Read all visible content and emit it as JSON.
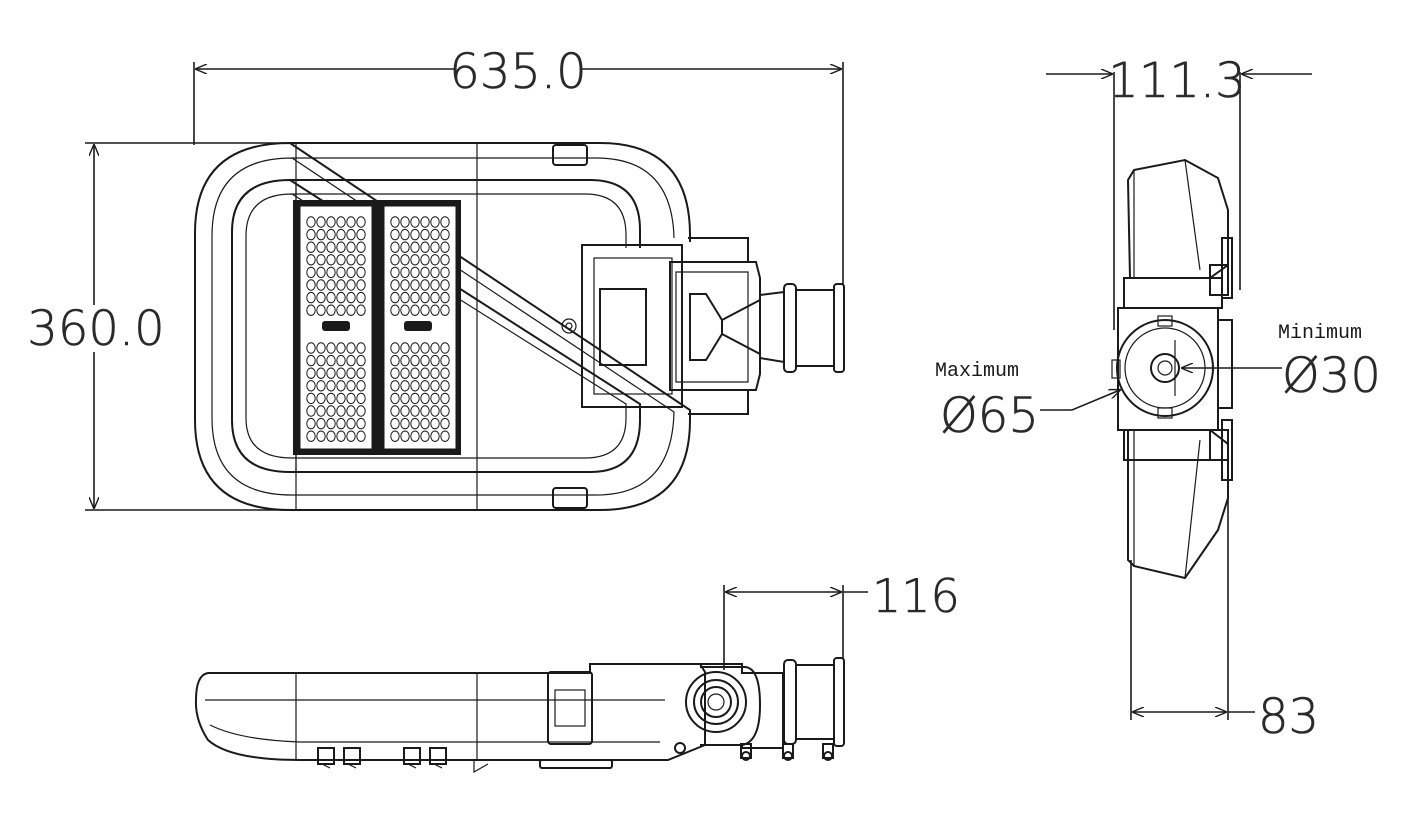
{
  "dimensions": {
    "overall_length": "635.0",
    "overall_width": "360.0",
    "side_depth": "111.3",
    "profile_height": "116",
    "side_body_depth": "83"
  },
  "callouts": {
    "maximum_label": "Maximum",
    "maximum_value": "Ø65",
    "minimum_label": "Minimum",
    "minimum_value": "Ø30"
  }
}
